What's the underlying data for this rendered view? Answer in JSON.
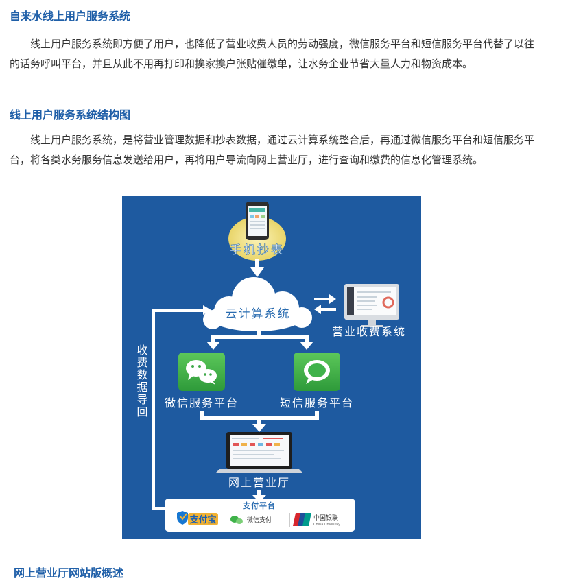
{
  "section1": {
    "title": "自来水线上用户服务系统",
    "body": "线上用户服务系统即方便了用户，也降低了营业收费人员的劳动强度，微信服务平台和短信服务平台代替了以往的话务呼叫平台，并且从此不用再打印和挨家挨户张贴催缴单，让水务企业节省大量人力和物资成本。"
  },
  "section2": {
    "title": "线上用户服务系统结构图",
    "body": "线上用户服务系统，是将营业管理数据和抄表数据，通过云计算系统整合后，再通过微信服务平台和短信服务平台，将各类水务服务信息发送给用户，再将用户导流向网上营业厅，进行查询和缴费的信息化管理系统。"
  },
  "diagram": {
    "mobile_label": "手机抄表",
    "cloud_label": "云计算系统",
    "billing_label": "营业收费系统",
    "wechat_label": "微信服务平台",
    "sms_label": "短信服务平台",
    "hall_label": "网上营业厅",
    "feedback_label": "收费数据导回",
    "payment_title": "支付平台",
    "alipay_logo_text": "支付宝",
    "wechatpay_label": "微信支付",
    "unionpay_text": "中国银联",
    "unionpay_sub": "China UnionPay",
    "colors": {
      "background": "#1e5aa0",
      "arrow": "#ffffff",
      "cloud_text": "#2a6cb0",
      "wechat_green": "#3fb24a",
      "yellow_glow": "#f3e48c"
    }
  },
  "section3": {
    "title": "网上营业厅网站版概述"
  }
}
